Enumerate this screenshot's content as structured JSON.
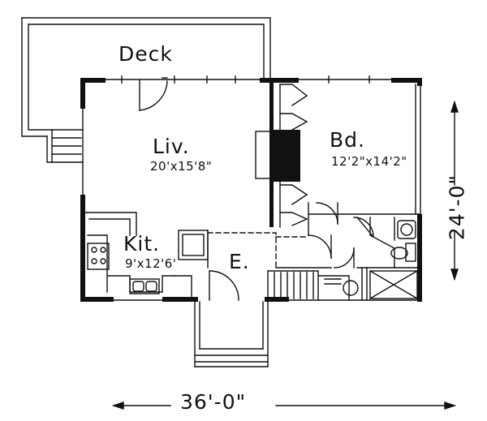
{
  "rooms": {
    "deck": {
      "name": "Deck"
    },
    "living": {
      "name": "Liv.",
      "size": "20'x15'8\""
    },
    "bedroom": {
      "name": "Bd.",
      "size": "12'2\"x14'2\""
    },
    "kitchen": {
      "name": "Kit.",
      "size": "9'x12'6'"
    },
    "entry": {
      "name": "E."
    }
  },
  "dimensions": {
    "width": "36'-0\"",
    "depth": "24'-0\""
  }
}
